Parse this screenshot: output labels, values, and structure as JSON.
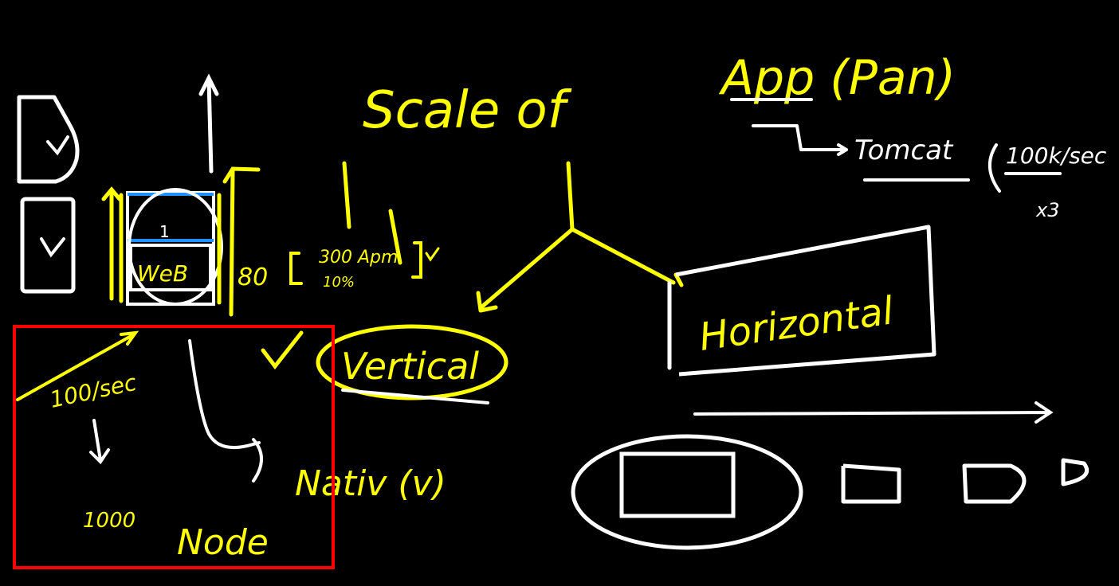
{
  "colors": {
    "background": "#000000",
    "ink_yellow": "#ffff00",
    "ink_white": "#ffffff",
    "highlight_red": "#ff0000",
    "accent_blue": "#1e90ff"
  },
  "title": "Scale of",
  "app_label": "App (Pan)",
  "tomcat": {
    "label": "Tomcat",
    "rate": "100k/sec",
    "multiplier": "x3"
  },
  "server_box": {
    "label": "WeB",
    "divider": "1"
  },
  "capacity": {
    "value": "80",
    "note_line1": "300 Apm",
    "note_line2": "10%"
  },
  "options": {
    "vertical": "Vertical",
    "horizontal": "Horizontal"
  },
  "native": "Nativ (v)",
  "highlight_box": {
    "rate": "100/sec",
    "count": "1000",
    "node": "Node"
  }
}
